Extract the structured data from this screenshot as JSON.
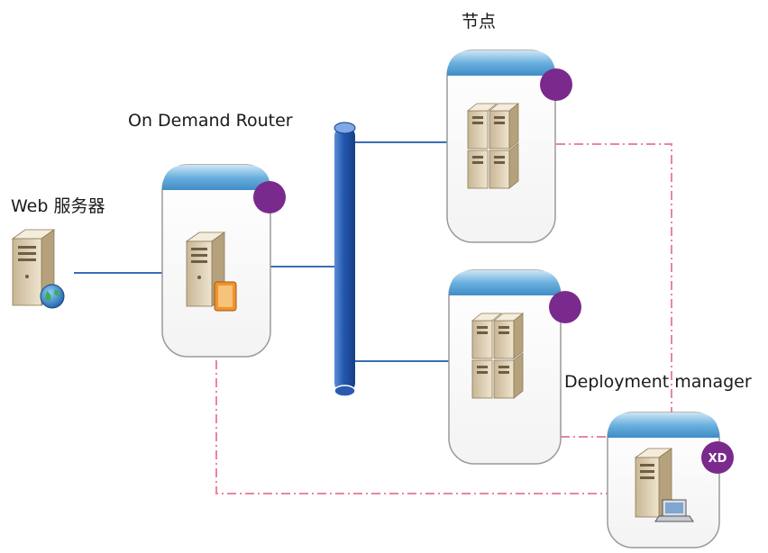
{
  "labels": {
    "node": "节点",
    "odr": "On Demand Router",
    "web_server": "Web 服务器",
    "deployment_manager": "Deployment manager",
    "xd_badge": "XD"
  },
  "colors": {
    "bus": "#1e4fa0",
    "connection_line": "#3a6fb5",
    "management_line": "#e8879a",
    "card_header": "#5fa8d8",
    "badge": "#7a2a8c",
    "card_border": "#9a9a9a"
  }
}
